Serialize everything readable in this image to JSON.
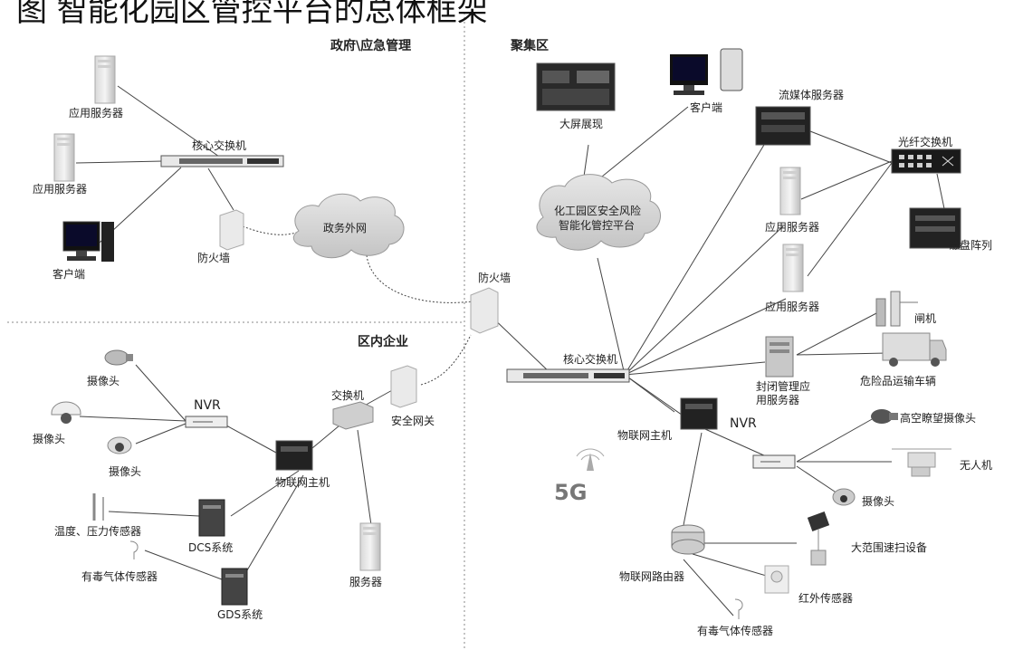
{
  "headline": "图  智能化园区管控平台的总体框架",
  "regions": {
    "gov": "政府\\应急管理",
    "cluster": "聚集区",
    "enterprise": "区内企业"
  },
  "gov": {
    "app_server_1": "应用服务器",
    "app_server_2": "应用服务器",
    "client": "客户端",
    "core_switch": "核心交换机",
    "firewall": "防火墙",
    "cloud": "政务外网"
  },
  "center": {
    "firewall": "防火墙",
    "core_switch": "核心交换机"
  },
  "cluster": {
    "big_screen": "大屏展现",
    "client": "客户端",
    "streaming_server": "流媒体服务器",
    "fiber_switch": "光纤交换机",
    "disk_array": "磁盘阵列",
    "app_server_1": "应用服务器",
    "app_server_2": "应用服务器",
    "platform_line1": "化工园区安全风险",
    "platform_line2": "智能化管控平台",
    "gate": "闸机",
    "gate_server_line1": "封闭管理应",
    "gate_server_line2": "用服务器",
    "hazmat_truck": "危险品运输车辆",
    "iot_host": "物联网主机",
    "nvr": "NVR",
    "high_camera": "高空瞭望摄像头",
    "drone": "无人机",
    "camera": "摄像头",
    "router": "物联网路由器",
    "sweep_device": "大范围速扫设备",
    "infrared": "红外传感器",
    "gas_sensor": "有毒气体传感器",
    "fiveg": "5G"
  },
  "enterprise": {
    "camera_1": "摄像头",
    "camera_2": "摄像头",
    "camera_3": "摄像头",
    "nvr": "NVR",
    "switch": "交换机",
    "security_gateway": "安全网关",
    "iot_host": "物联网主机",
    "temp_pressure": "温度、压力传感器",
    "dcs": "DCS系统",
    "gas_sensor": "有毒气体传感器",
    "gds": "GDS系统",
    "server": "服务器"
  }
}
